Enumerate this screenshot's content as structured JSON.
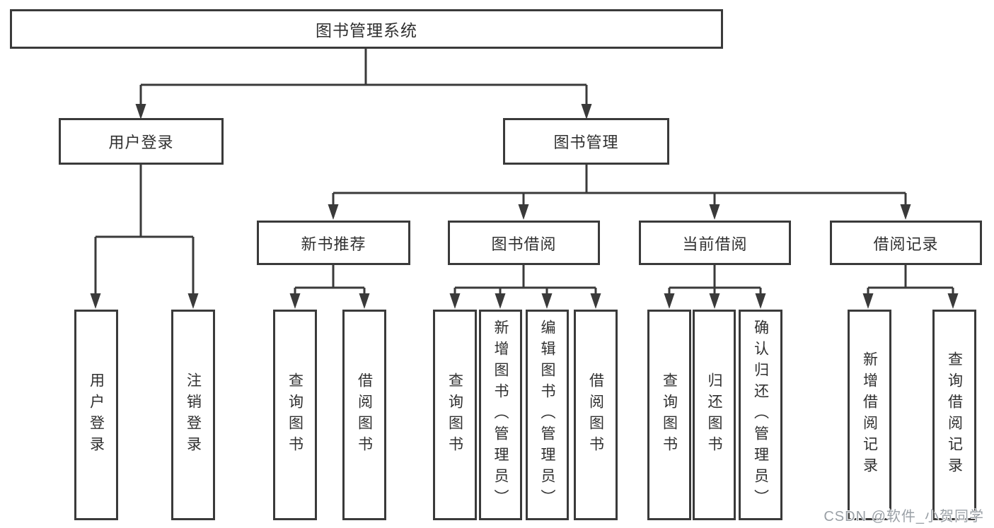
{
  "colors": {
    "line": "#3a3a3a",
    "box_border": "#3a3a3a",
    "text": "#303030",
    "background": "#ffffff",
    "watermark": "#9aa0a6"
  },
  "watermark": {
    "text": "CSDN @软件_小贺同学"
  },
  "tree": {
    "label": "图书管理系统",
    "children": [
      {
        "label": "用户登录",
        "children": [
          {
            "label": "用户登录"
          },
          {
            "label": "注销登录"
          }
        ]
      },
      {
        "label": "图书管理",
        "children": [
          {
            "label": "新书推荐",
            "children": [
              {
                "label": "查询图书"
              },
              {
                "label": "借阅图书"
              }
            ]
          },
          {
            "label": "图书借阅",
            "children": [
              {
                "label": "查询图书"
              },
              {
                "label": "新增图书（管理员）"
              },
              {
                "label": "编辑图书（管理员）"
              },
              {
                "label": "借阅图书"
              }
            ]
          },
          {
            "label": "当前借阅",
            "children": [
              {
                "label": "查询图书"
              },
              {
                "label": "归还图书"
              },
              {
                "label": "确认归还（管理员）"
              }
            ]
          },
          {
            "label": "借阅记录",
            "children": [
              {
                "label": "新增借阅记录"
              },
              {
                "label": "查询借阅记录"
              }
            ]
          }
        ]
      }
    ]
  }
}
